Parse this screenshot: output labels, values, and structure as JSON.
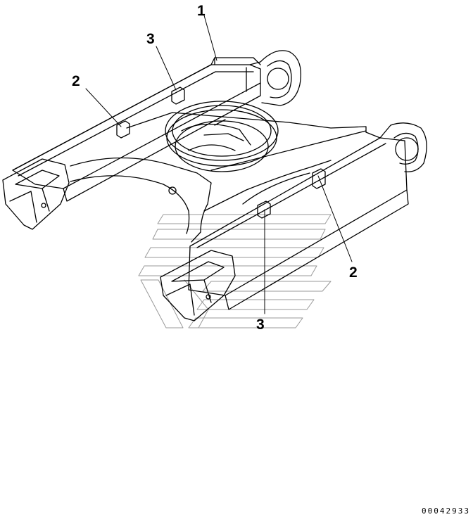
{
  "callouts": {
    "frame": "1",
    "guard_upper_left": "2",
    "guard_lower_right": "2",
    "mount_upper": "3",
    "mount_lower": "3"
  },
  "drawing_number": "00042933",
  "colors": {
    "line": "#000000",
    "watermark": "#9a9a9a",
    "background": "#ffffff"
  }
}
